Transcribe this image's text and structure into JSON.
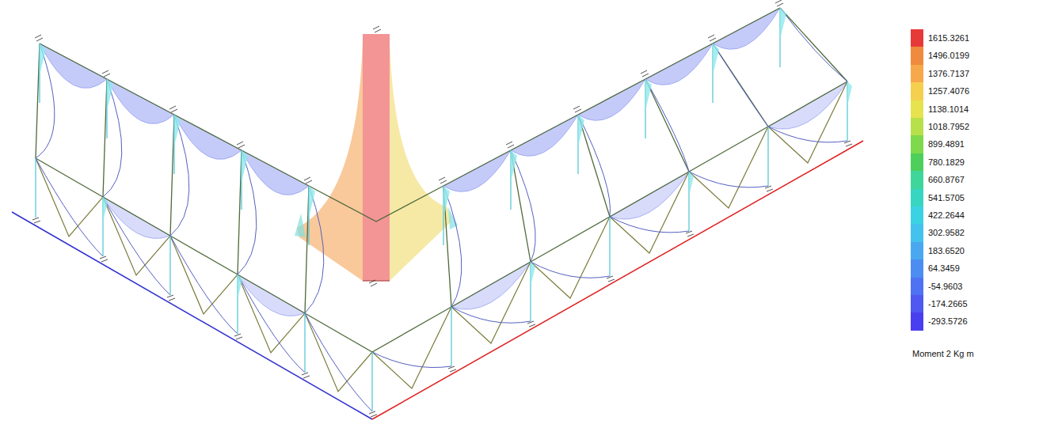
{
  "diagram": {
    "labels": [
      "Moment 2 Kg m"
    ],
    "legend": [
      {
        "text": "1615.3261",
        "color": "#e8393a"
      },
      {
        "text": "1496.0199",
        "color": "#f08a3c"
      },
      {
        "text": "1376.7137",
        "color": "#f7a84b"
      },
      {
        "text": "1257.4076",
        "color": "#f5d04f"
      },
      {
        "text": "1138.1014",
        "color": "#e6e34e"
      },
      {
        "text": "1018.7952",
        "color": "#b8e04a"
      },
      {
        "text": "899.4891",
        "color": "#7fd94c"
      },
      {
        "text": "780.1829",
        "color": "#4ccf5b"
      },
      {
        "text": "660.8767",
        "color": "#3ed69a"
      },
      {
        "text": "541.5705",
        "color": "#37d6c3"
      },
      {
        "text": "422.2644",
        "color": "#3ad3e3"
      },
      {
        "text": "302.9582",
        "color": "#44c2ee"
      },
      {
        "text": "183.6520",
        "color": "#4aa8f0"
      },
      {
        "text": "64.3459",
        "color": "#4d8df2"
      },
      {
        "text": "-54.9603",
        "color": "#4f72f2"
      },
      {
        "text": "-174.2665",
        "color": "#4f58f0"
      },
      {
        "text": "-293.5726",
        "color": "#4a3ff0"
      }
    ]
  }
}
